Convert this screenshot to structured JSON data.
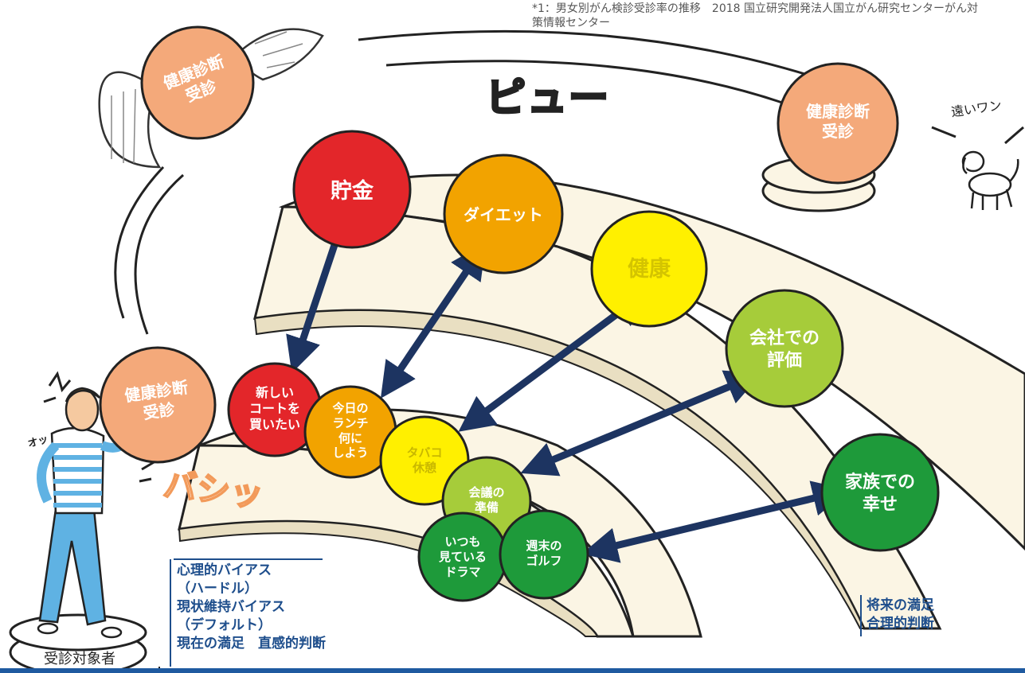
{
  "note": "*1：男女別がん検診受診率の推移　2018 国立研究開発法人国立がん研究センターがん対策情報センター",
  "sfx": {
    "pyu": "ピュー",
    "bashi": "バシッ",
    "otsu": "オッ",
    "dog": "遠いワン"
  },
  "checkup_label": "健康診断\n受診",
  "far_goals": [
    {
      "label": "貯金",
      "color": "#e3262a",
      "text_color": "#ffffff"
    },
    {
      "label": "ダイエット",
      "color": "#f2a300",
      "text_color": "#ffffff"
    },
    {
      "label": "健康",
      "color": "#fff000",
      "text_color": "#d4c400"
    },
    {
      "label": "会社での\n評価",
      "color": "#a6cc3a",
      "text_color": "#ffffff"
    },
    {
      "label": "家族での\n幸せ",
      "color": "#1e9a3a",
      "text_color": "#ffffff"
    }
  ],
  "near_goals": [
    {
      "label": "新しい\nコートを\n買いたい",
      "color": "#e3262a",
      "text_color": "#ffffff"
    },
    {
      "label": "今日の\nランチ\n何に\nしよう",
      "color": "#f2a300",
      "text_color": "#ffffff"
    },
    {
      "label": "タバコ\n休憩",
      "color": "#fff000",
      "text_color": "#d4c400"
    },
    {
      "label": "会議の\n準備",
      "color": "#a6cc3a",
      "text_color": "#ffffff"
    },
    {
      "label": "いつも\n見ている\nドラマ",
      "color": "#1e9a3a",
      "text_color": "#ffffff"
    },
    {
      "label": "週末の\nゴルフ",
      "color": "#1e9a3a",
      "text_color": "#ffffff"
    }
  ],
  "left_caption": "心理的バイアス\n（ハードル）\n現状維持バイアス\n（デフォルト）\n現在の満足　直感的判断",
  "right_caption": "将来の満足\n合理的判断",
  "subject_label": "受診対象者",
  "colors": {
    "ball": "#f4a97a",
    "arrow": "#1d3461",
    "caption": "#1e4e8c",
    "band": "#fbf5e4"
  }
}
